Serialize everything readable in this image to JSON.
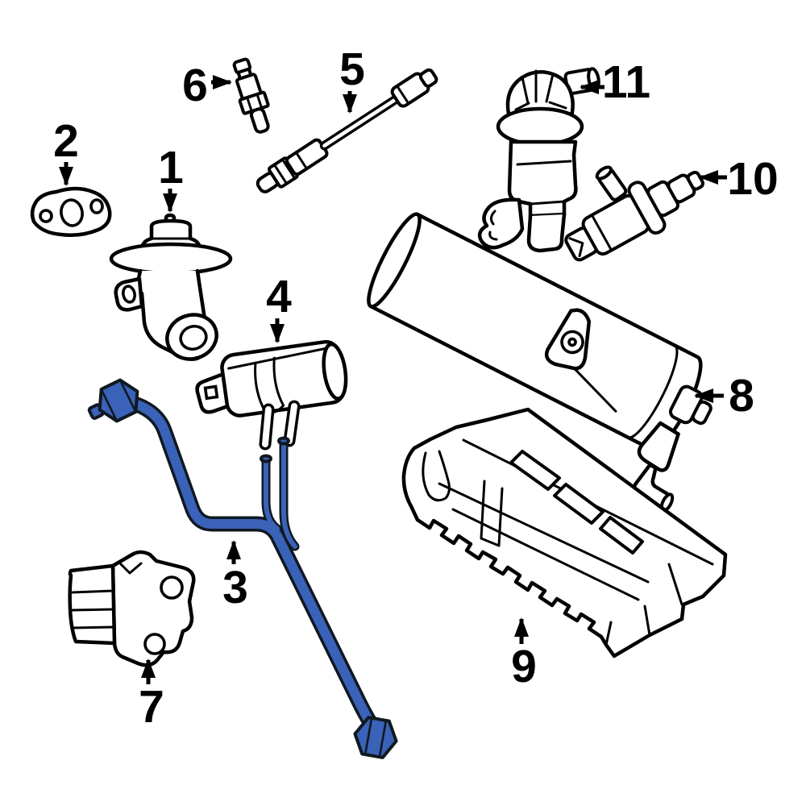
{
  "diagram": {
    "background": "#ffffff",
    "stroke_color": "#000000",
    "highlight": {
      "part_number": "3",
      "color": "#3a62b8",
      "outline_color": "#101820"
    }
  },
  "callouts": [
    {
      "number": "1"
    },
    {
      "number": "2"
    },
    {
      "number": "3"
    },
    {
      "number": "4"
    },
    {
      "number": "5"
    },
    {
      "number": "6"
    },
    {
      "number": "7"
    },
    {
      "number": "8"
    },
    {
      "number": "9"
    },
    {
      "number": "10"
    },
    {
      "number": "11"
    }
  ]
}
